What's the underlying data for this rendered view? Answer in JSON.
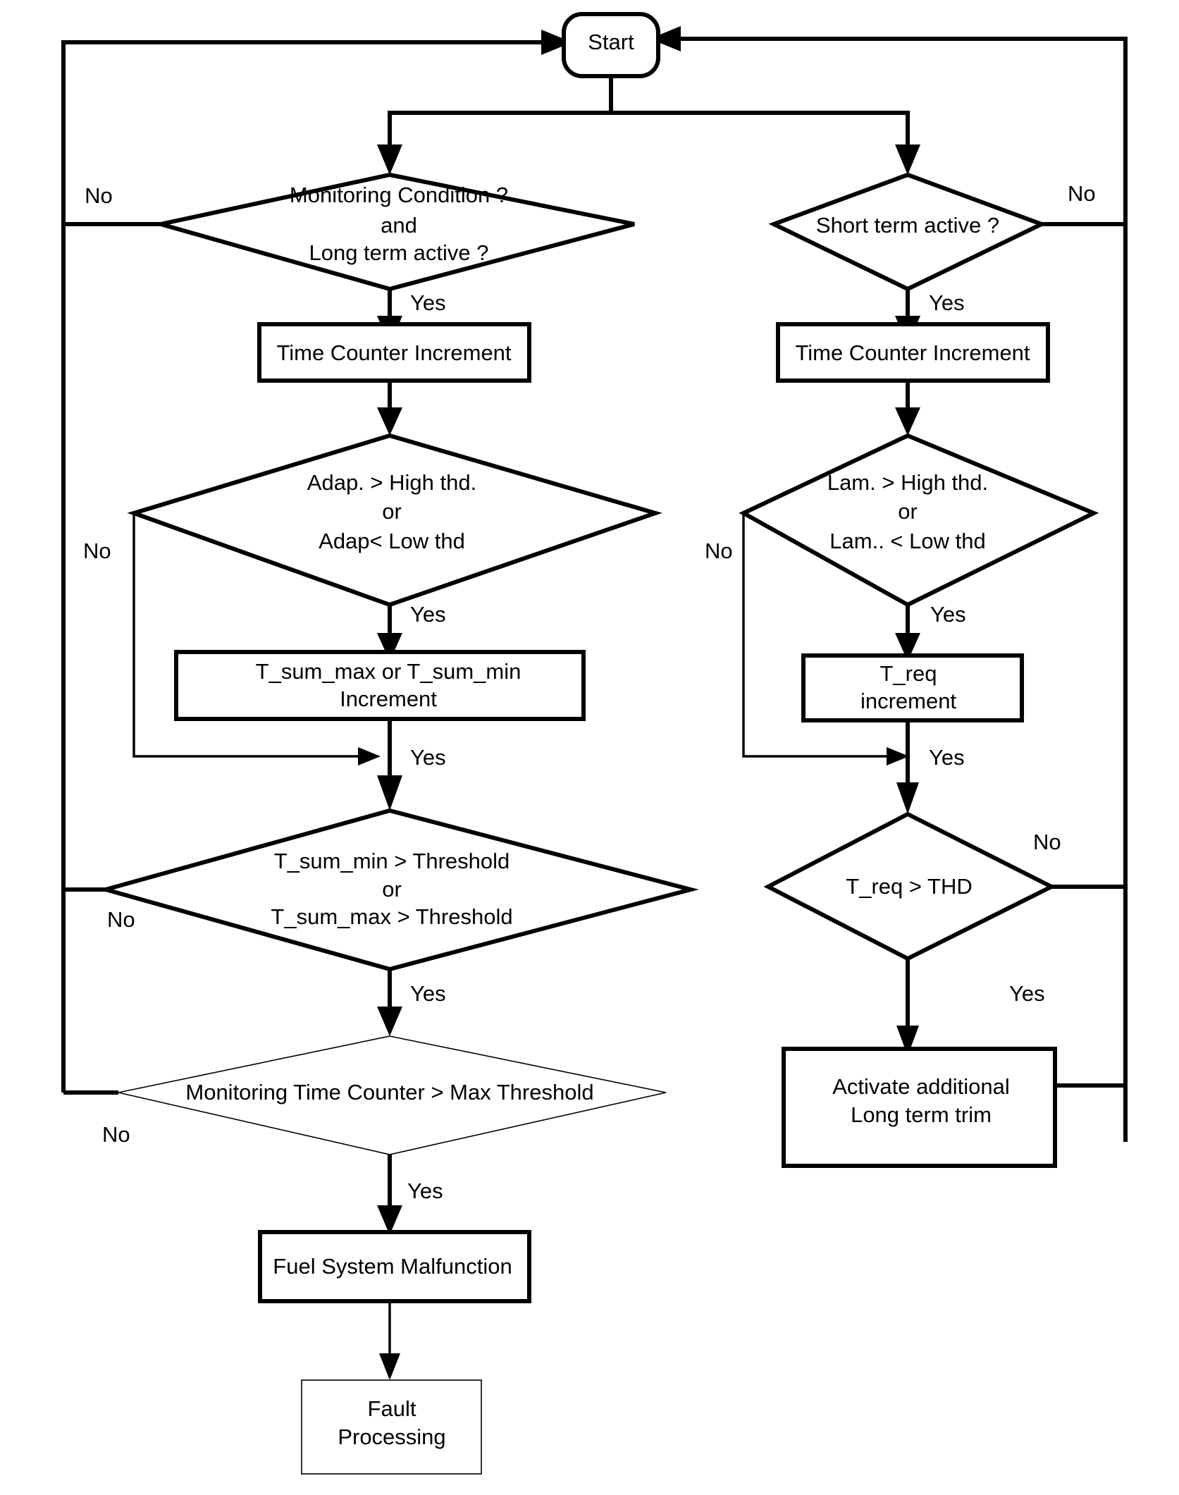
{
  "diagram": {
    "title": "Fuel System Monitoring Flowchart",
    "background": "#ffffff",
    "line_color": "#000000",
    "nodes": {
      "start": {
        "label": "Start",
        "shape": "terminator"
      },
      "monitoring_condition": {
        "line1": "Monitoring  Condition ?",
        "line2": "and",
        "line3": "Long term active ?",
        "shape": "decision"
      },
      "short_term_active": {
        "label": "Short term active ?",
        "shape": "decision"
      },
      "time_counter_increment_left": {
        "label": "Time Counter Increment",
        "shape": "process"
      },
      "time_counter_increment_right": {
        "label": "Time Counter Increment",
        "shape": "process"
      },
      "adap_threshold": {
        "line1": "Adap. > High thd.",
        "line2": "or",
        "line3": "Adap< Low thd",
        "shape": "decision"
      },
      "lam_threshold": {
        "line1": "Lam. > High thd.",
        "line2": "or",
        "line3": "Lam.. < Low thd",
        "shape": "decision"
      },
      "tsum_increment": {
        "line1": "T_sum_max or  T_sum_min",
        "line2": "Increment",
        "shape": "process"
      },
      "treq_increment": {
        "line1": "T_req",
        "line2": "increment",
        "shape": "process"
      },
      "tsum_threshold": {
        "line1": "T_sum_min > Threshold",
        "line2": "or",
        "line3": "T_sum_max > Threshold",
        "shape": "decision"
      },
      "treq_thd": {
        "label": "T_req > THD",
        "shape": "decision"
      },
      "monitoring_time_counter": {
        "label": "Monitoring Time Counter > Max Threshold",
        "shape": "decision"
      },
      "activate_long_term_trim": {
        "line1": "Activate additional",
        "line2": "Long term trim",
        "shape": "process"
      },
      "fuel_system_malfunction": {
        "label": "Fuel System Malfunction",
        "shape": "process"
      },
      "fault_processing": {
        "line1": "Fault",
        "line2": "Processing",
        "shape": "process"
      }
    },
    "edge_labels": {
      "no_monitoring_condition": "No",
      "yes_monitoring_condition": "Yes",
      "no_short_term": "No",
      "yes_short_term": "Yes",
      "no_adap": "No",
      "yes_adap": "Yes",
      "no_lam": "No",
      "yes_lam": "Yes",
      "yes_tsum_increment": "Yes",
      "yes_treq_increment": "Yes",
      "no_tsum_threshold": "No",
      "yes_tsum_threshold": "Yes",
      "no_treq_thd": "No",
      "yes_treq_thd": "Yes",
      "no_monitoring_time": "No",
      "yes_monitoring_time": "Yes"
    }
  }
}
